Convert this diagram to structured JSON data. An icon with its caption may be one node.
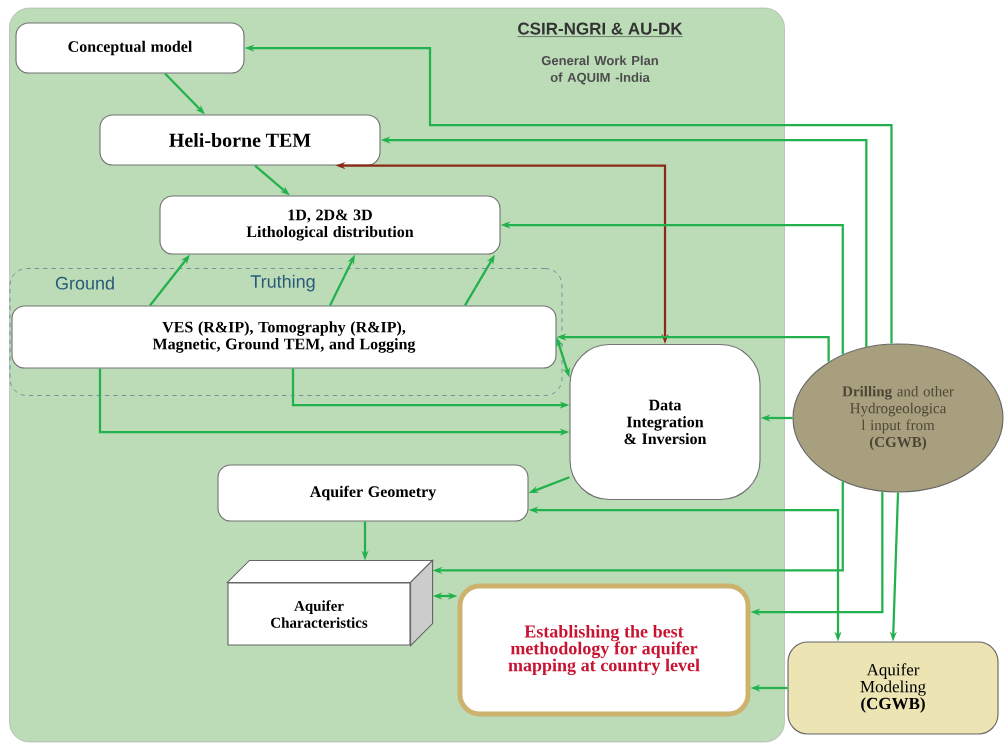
{
  "diagram": {
    "nodes": [
      {
        "text": [
          "CSIR-NGRI & AU-DK",
          "General Work Plan of AQUIM -India"
        ]
      },
      {
        "text": [
          "Conceptual model"
        ],
        "in": 0
      },
      {
        "text": [
          "Heli-borne TEM"
        ],
        "in": 0
      },
      {
        "text": [
          "1D, 2D& 3D Lithological distribution"
        ],
        "in": 0
      },
      {
        "text": [
          "Ground",
          "Truthing"
        ],
        "in": 0
      },
      {
        "text": [
          "VES  (R&IP), Tomography (R&IP), Magnetic, Ground TEM, and Logging"
        ],
        "in": 4
      },
      {
        "text": [
          "Data Integration & Inversion"
        ],
        "in": 0
      },
      {
        "text": [
          "**Drilling** and other Hydrogeologica l input from **(CGWB)**"
        ]
      },
      {
        "text": [
          "Aquifer Geometry"
        ],
        "in": 0
      },
      {
        "text": [
          "Aquifer Characteristics"
        ],
        "in": 0
      },
      {
        "text": [
          "Establishing the best methodology for aquifer mapping at country level"
        ],
        "in": 0
      },
      {
        "text": [
          "Aquifer Modeling **(CGWB)**"
        ]
      }
    ],
    "edges": [
      {
        "from": 1,
        "to": 2,
        "arrow": "to"
      },
      {
        "from": 2,
        "to": 3,
        "arrow": "to"
      },
      {
        "from": 5,
        "to": 3,
        "arrow": "to"
      },
      {
        "from": 5,
        "to": 3,
        "arrow": "to"
      },
      {
        "from": 5,
        "to": 3,
        "arrow": "to"
      },
      {
        "from": 7,
        "to": 1,
        "arrow": "to"
      },
      {
        "from": 7,
        "to": 2,
        "arrow": "to"
      },
      {
        "from": 2,
        "to": 6,
        "arrow": "both",
        "color": "#8b2a14"
      },
      {
        "from": 7,
        "to": 3,
        "arrow": "to"
      },
      {
        "from": 7,
        "to": 5,
        "arrow": "to"
      },
      {
        "from": 5,
        "to": 6,
        "arrow": "both"
      },
      {
        "from": 5,
        "to": 6,
        "arrow": "to"
      },
      {
        "from": 5,
        "to": 6,
        "arrow": "to"
      },
      {
        "from": 7,
        "to": 6,
        "arrow": "to"
      },
      {
        "from": 6,
        "to": 8,
        "arrow": "to"
      },
      {
        "from": 8,
        "to": 11,
        "arrow": "both"
      },
      {
        "from": 8,
        "to": 9,
        "arrow": "to"
      },
      {
        "from": 7,
        "to": 9,
        "arrow": "to"
      },
      {
        "from": 9,
        "to": 10,
        "arrow": "both"
      },
      {
        "from": 7,
        "to": 10,
        "arrow": "to"
      },
      {
        "from": 7,
        "to": 11,
        "arrow": "to"
      },
      {
        "from": 11,
        "to": 10,
        "arrow": "to"
      }
    ]
  }
}
